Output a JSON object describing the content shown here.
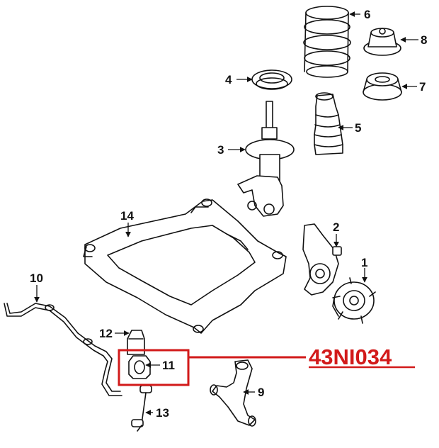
{
  "callouts": {
    "c1": "1",
    "c2": "2",
    "c3": "3",
    "c4": "4",
    "c5": "5",
    "c6": "6",
    "c7": "7",
    "c8": "8",
    "c9": "9",
    "c10": "10",
    "c11": "11",
    "c12": "12",
    "c13": "13",
    "c14": "14"
  },
  "highlight": {
    "code": "43NI034",
    "color": "#d21a1a"
  },
  "colors": {
    "line": "#111111",
    "background": "#ffffff"
  }
}
